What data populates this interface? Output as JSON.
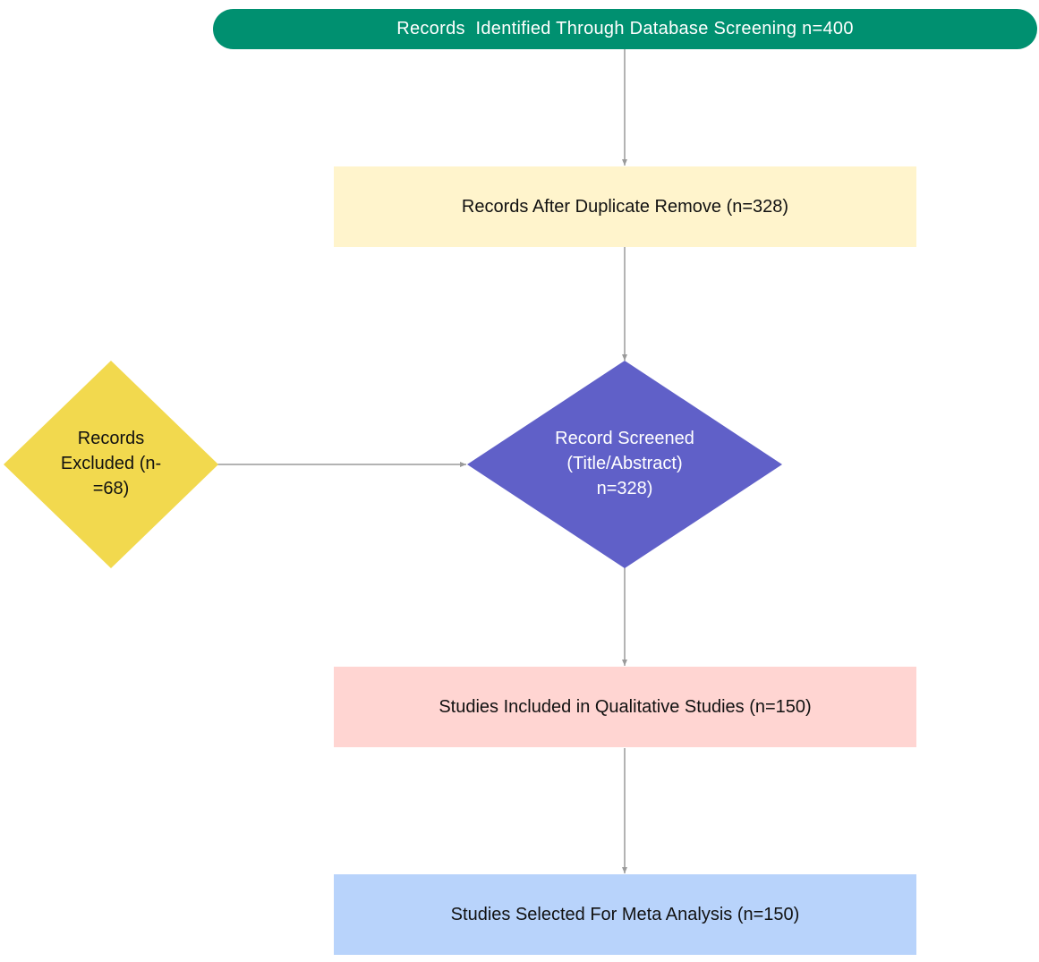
{
  "nodes": {
    "identified": {
      "label": "Records  Identified Through Database Screening n=400",
      "color": "#009070"
    },
    "dedup": {
      "label": "Records After Duplicate Remove (n=328)",
      "color": "#fff4cc"
    },
    "screened": {
      "lines": [
        "Record Screened",
        "(Title/Abstract)",
        "n=328)"
      ],
      "color": "#6060c8"
    },
    "excluded": {
      "lines": [
        "Records",
        "Excluded (n-",
        "=68)"
      ],
      "color": "#f2d94e"
    },
    "qualitative": {
      "label": "Studies Included in Qualitative Studies (n=150)",
      "color": "#ffd5d2"
    },
    "meta": {
      "label": "Studies Selected For Meta Analysis (n=150)",
      "color": "#b8d3fb"
    }
  },
  "connector_color": "#9a9a9a"
}
